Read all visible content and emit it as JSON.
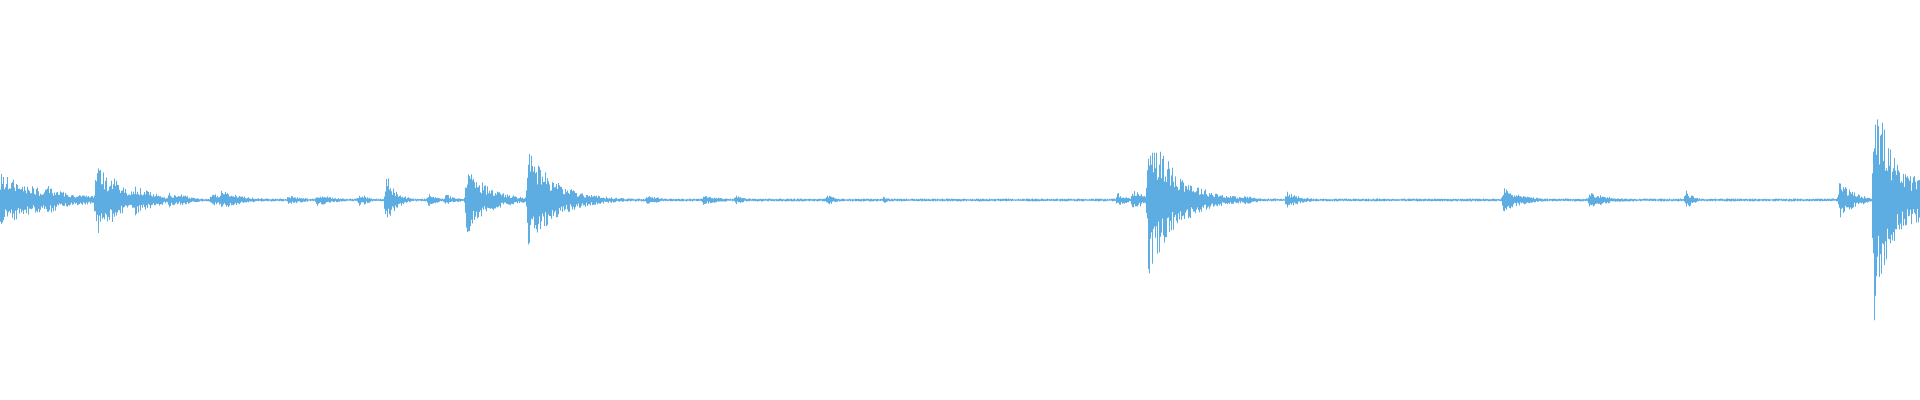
{
  "waveform": {
    "color": "#5dade2",
    "background": "#ffffff",
    "baseline_amplitude": 0.012,
    "events": [
      {
        "t": 0.0,
        "peak": 0.22,
        "decay": 0.025
      },
      {
        "t": 0.012,
        "peak": 0.12,
        "decay": 0.02
      },
      {
        "t": 0.024,
        "peak": 0.12,
        "decay": 0.015
      },
      {
        "t": 0.05,
        "peak": 0.3,
        "decay": 0.012
      },
      {
        "t": 0.058,
        "peak": 0.2,
        "decay": 0.01
      },
      {
        "t": 0.07,
        "peak": 0.13,
        "decay": 0.012
      },
      {
        "t": 0.088,
        "peak": 0.06,
        "decay": 0.008
      },
      {
        "t": 0.094,
        "peak": 0.05,
        "decay": 0.008
      },
      {
        "t": 0.11,
        "peak": 0.06,
        "decay": 0.01
      },
      {
        "t": 0.115,
        "peak": 0.08,
        "decay": 0.012
      },
      {
        "t": 0.15,
        "peak": 0.04,
        "decay": 0.01
      },
      {
        "t": 0.165,
        "peak": 0.05,
        "decay": 0.01
      },
      {
        "t": 0.187,
        "peak": 0.06,
        "decay": 0.005
      },
      {
        "t": 0.201,
        "peak": 0.22,
        "decay": 0.005
      },
      {
        "t": 0.223,
        "peak": 0.05,
        "decay": 0.006
      },
      {
        "t": 0.232,
        "peak": 0.05,
        "decay": 0.006
      },
      {
        "t": 0.243,
        "peak": 0.28,
        "decay": 0.012
      },
      {
        "t": 0.275,
        "peak": 0.4,
        "decay": 0.015
      },
      {
        "t": 0.293,
        "peak": 0.07,
        "decay": 0.015
      },
      {
        "t": 0.337,
        "peak": 0.04,
        "decay": 0.008
      },
      {
        "t": 0.366,
        "peak": 0.04,
        "decay": 0.01
      },
      {
        "t": 0.383,
        "peak": 0.04,
        "decay": 0.005
      },
      {
        "t": 0.431,
        "peak": 0.05,
        "decay": 0.004
      },
      {
        "t": 0.46,
        "peak": 0.03,
        "decay": 0.004
      },
      {
        "t": 0.582,
        "peak": 0.06,
        "decay": 0.005
      },
      {
        "t": 0.59,
        "peak": 0.1,
        "decay": 0.006
      },
      {
        "t": 0.598,
        "peak": 0.62,
        "decay": 0.015
      },
      {
        "t": 0.648,
        "peak": 0.04,
        "decay": 0.008
      },
      {
        "t": 0.67,
        "peak": 0.07,
        "decay": 0.008
      },
      {
        "t": 0.783,
        "peak": 0.1,
        "decay": 0.01
      },
      {
        "t": 0.828,
        "peak": 0.07,
        "decay": 0.01
      },
      {
        "t": 0.878,
        "peak": 0.08,
        "decay": 0.004
      },
      {
        "t": 0.958,
        "peak": 0.16,
        "decay": 0.008
      },
      {
        "t": 0.976,
        "peak": 0.98,
        "decay": 0.01
      },
      {
        "t": 0.982,
        "peak": 0.28,
        "decay": 0.04
      }
    ]
  }
}
